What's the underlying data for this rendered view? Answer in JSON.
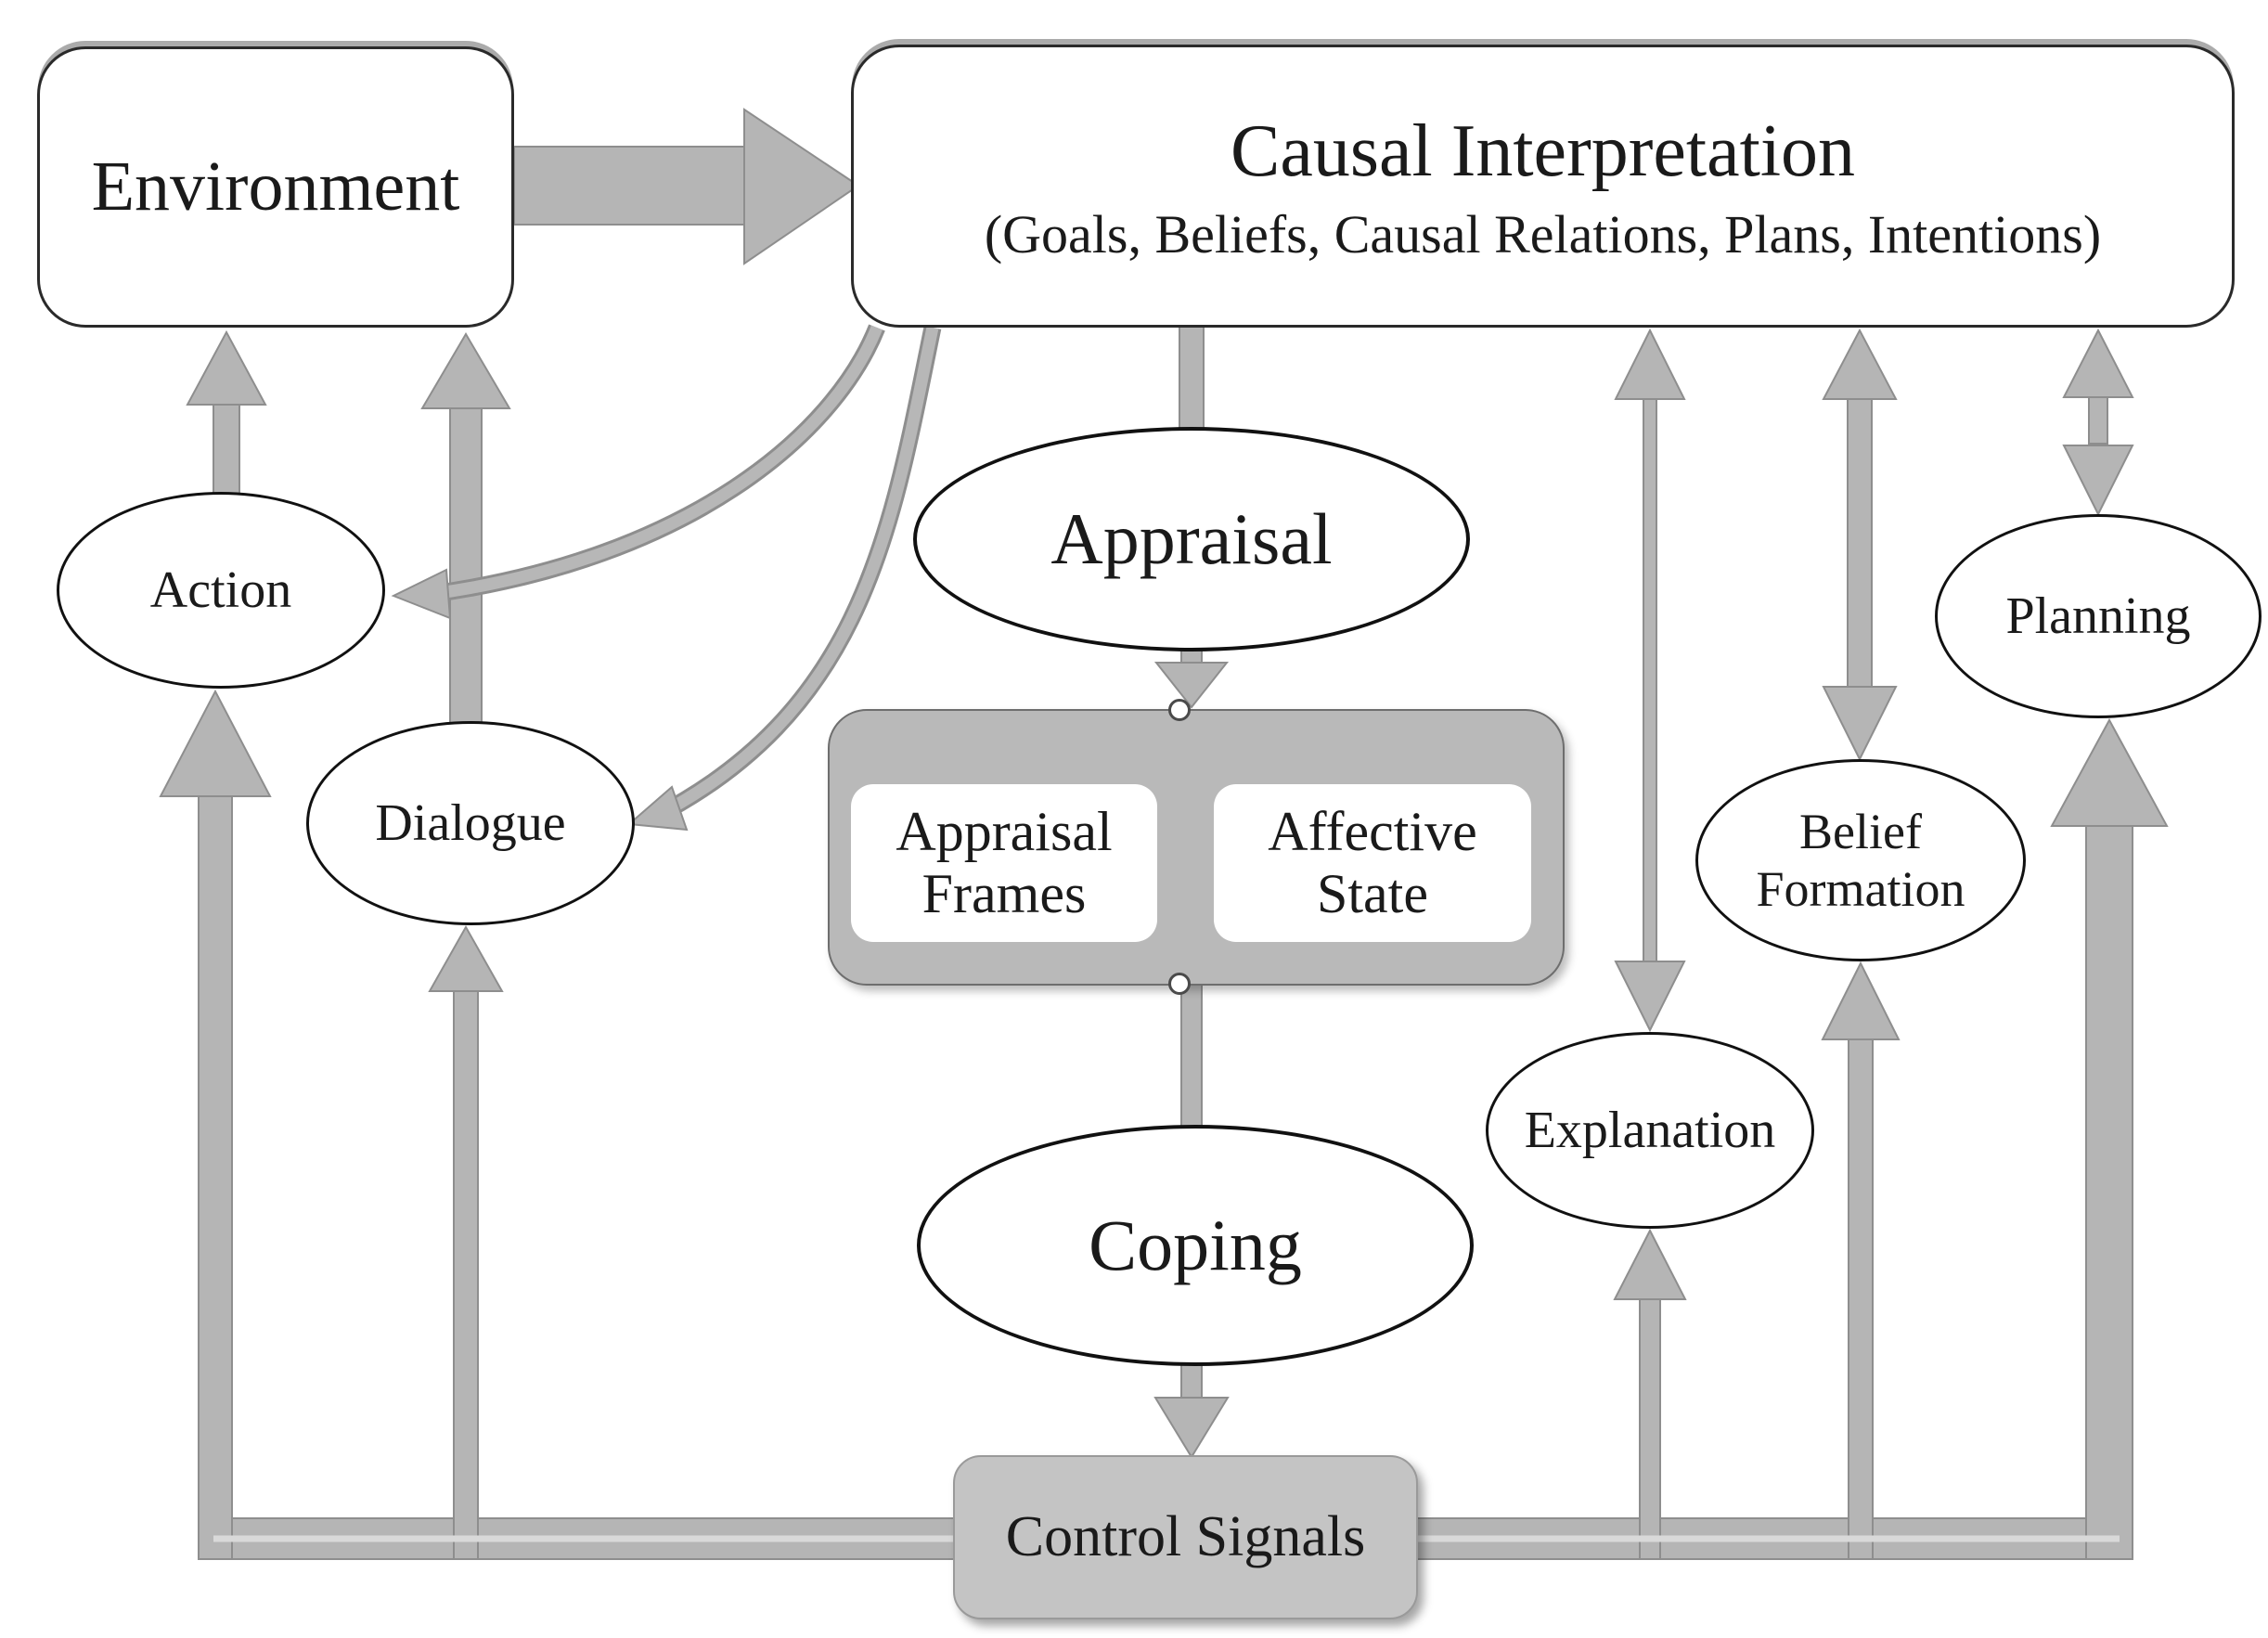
{
  "figure": {
    "nodes": {
      "environment": {
        "label": "Environment"
      },
      "causal_interpretation": {
        "title": "Causal Interpretation",
        "subtitle": "(Goals, Beliefs, Causal Relations, Plans, Intentions)"
      },
      "appraisal": {
        "label": "Appraisal"
      },
      "appraisal_frames": {
        "line1": "Appraisal",
        "line2": "Frames"
      },
      "affective_state": {
        "line1": "Affective",
        "line2": "State"
      },
      "coping": {
        "label": "Coping"
      },
      "control_signals": {
        "label": "Control Signals"
      },
      "action": {
        "label": "Action"
      },
      "dialogue": {
        "label": "Dialogue"
      },
      "explanation": {
        "label": "Explanation"
      },
      "belief_formation": {
        "line1": "Belief",
        "line2": "Formation"
      },
      "planning": {
        "label": "Planning"
      }
    },
    "colors": {
      "arrow_fill": "#b5b5b5",
      "arrow_outline": "#8e8e8e",
      "bus_stripe": "#d9d9d9",
      "container_fill": "#b9b9b9",
      "control_fill": "#c4c4c4",
      "node_border": "#1a1a1a",
      "text": "#1a1a1a",
      "background": "#ffffff"
    }
  }
}
